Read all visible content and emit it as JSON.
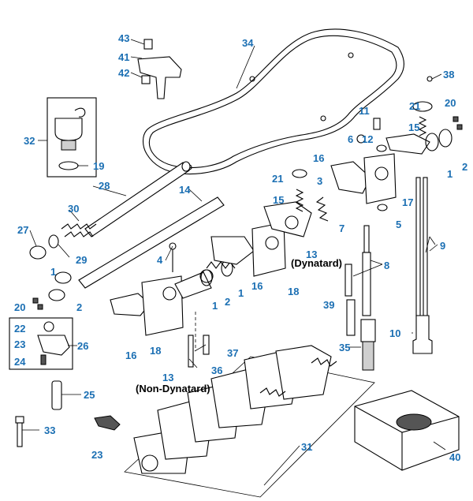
{
  "callouts": [
    "43",
    "41",
    "42",
    "34",
    "38",
    "21",
    "20",
    "11",
    "15",
    "6",
    "12",
    "32",
    "19",
    "16",
    "2",
    "1",
    "17",
    "21",
    "3",
    "15",
    "28",
    "14",
    "30",
    "5",
    "27",
    "7",
    "29",
    "13",
    "4",
    "1",
    "9",
    "(Dynatard)",
    "8",
    "2",
    "18",
    "20",
    "16",
    "1",
    "2",
    "39",
    "22",
    "23",
    "26",
    "10",
    "35",
    "24",
    "16",
    "18",
    "37",
    "36",
    "13",
    "(Non-Dynatard)",
    "25",
    "33",
    "31",
    "23",
    "40"
  ]
}
